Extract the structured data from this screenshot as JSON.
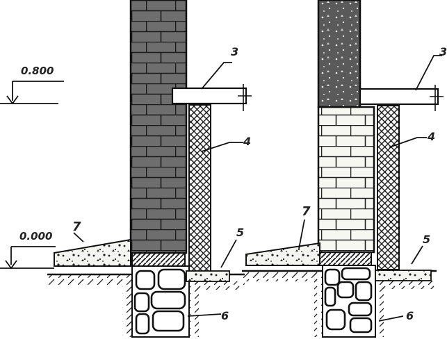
{
  "elevations": {
    "upper": "0.800",
    "lower": "0.000"
  },
  "callouts": {
    "left": {
      "slab": "3",
      "insulation": "4",
      "blind_area": "7",
      "floor_layer": "5",
      "foundation": "6"
    },
    "right": {
      "slab": "3",
      "insulation": "4",
      "blind_area": "7",
      "floor_layer": "5",
      "foundation": "6"
    }
  }
}
